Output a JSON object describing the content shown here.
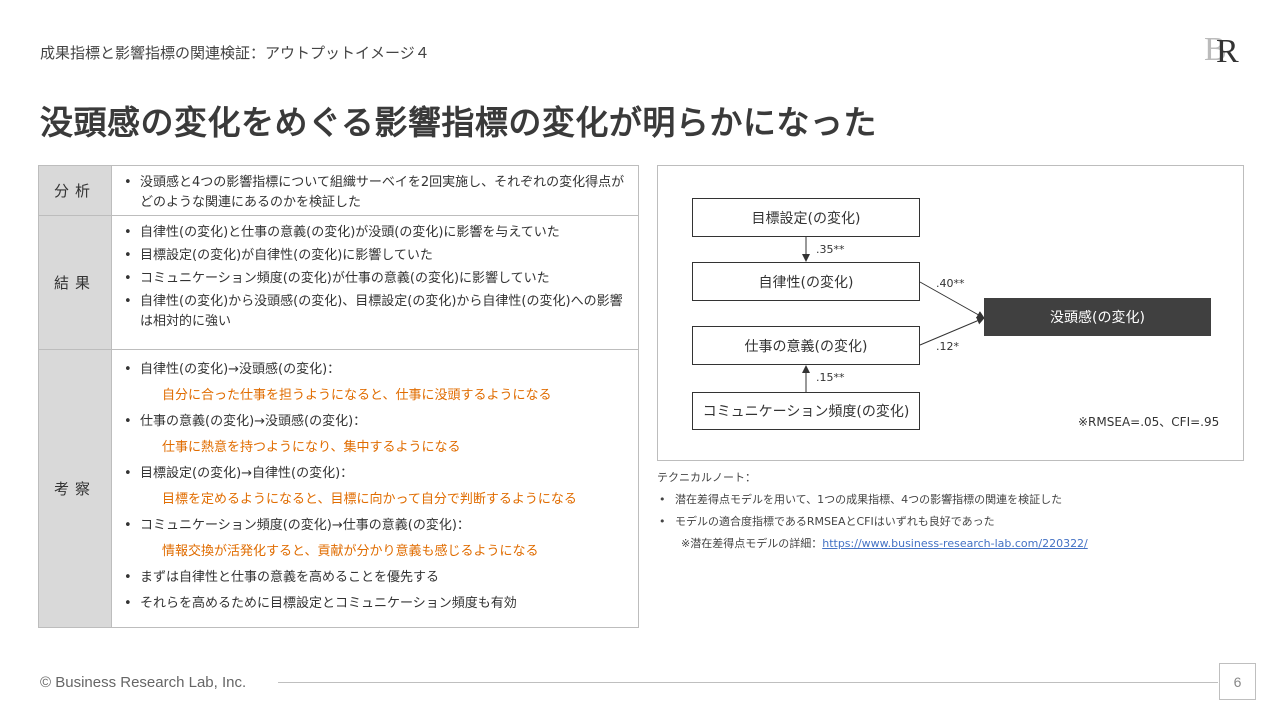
{
  "header": {
    "subtitle": "成果指標と影響指標の関連検証：アウトプットイメージ４",
    "title": "没頭感の変化をめぐる影響指標の変化が明らかになった",
    "logo_text": "BR"
  },
  "table": {
    "analysis": {
      "label": "分析",
      "items": [
        "没頭感と4つの影響指標について組織サーベイを2回実施し、それぞれの変化得点がどのような関連にあるのかを検証した"
      ]
    },
    "results": {
      "label": "結果",
      "items": [
        "自律性(の変化)と仕事の意義(の変化)が没頭(の変化)に影響を与えていた",
        "目標設定(の変化)が自律性(の変化)に影響していた",
        "コミュニケーション頻度(の変化)が仕事の意義(の変化)に影響していた",
        "自律性(の変化)から没頭感(の変化)、目標設定(の変化)から自律性(の変化)への影響は相対的に強い"
      ]
    },
    "insight": {
      "label": "考察",
      "items": [
        {
          "text": "自律性(の変化)→没頭感(の変化)：",
          "detail": "自分に合った仕事を担うようになると、仕事に没頭するようになる"
        },
        {
          "text": "仕事の意義(の変化)→没頭感(の変化)：",
          "detail": "仕事に熱意を持つようになり、集中するようになる"
        },
        {
          "text": "目標設定(の変化)→自律性(の変化)：",
          "detail": "目標を定めるようになると、目標に向かって自分で判断するようになる"
        },
        {
          "text": "コミュニケーション頻度(の変化)→仕事の意義(の変化)：",
          "detail": "情報交換が活発化すると、貢献が分かり意義も感じるようになる"
        },
        {
          "text": "まずは自律性と仕事の意義を高めることを優先する",
          "detail": ""
        },
        {
          "text": "それらを高めるために目標設定とコミュニケーション頻度も有効",
          "detail": ""
        }
      ]
    }
  },
  "diagram": {
    "nodes": {
      "goal": "目標設定(の変化)",
      "autonomy": "自律性(の変化)",
      "meaning": "仕事の意義(の変化)",
      "communication": "コミュニケーション頻度(の変化)",
      "engagement": "没頭感(の変化)"
    },
    "coefficients": {
      "goal_autonomy": ".35**",
      "autonomy_engagement": ".40**",
      "meaning_engagement": ".12*",
      "communication_meaning": ".15**"
    },
    "fit": "※RMSEA=.05、CFI=.95"
  },
  "notes": {
    "title": "テクニカルノート：",
    "items": [
      "潜在差得点モデルを用いて、1つの成果指標、4つの影響指標の関連を検証した",
      "モデルの適合度指標であるRMSEAとCFIはいずれも良好であった"
    ],
    "ref_label": "※潜在差得点モデルの詳細：",
    "ref_url": "https://www.business-research-lab.com/220322/"
  },
  "footer": {
    "copyright": "© Business Research Lab, Inc.",
    "page": "6"
  },
  "colors": {
    "highlight": "#e06c00",
    "label_bg": "#d9d9d9",
    "dark_node": "#404040",
    "link": "#4472c4"
  }
}
